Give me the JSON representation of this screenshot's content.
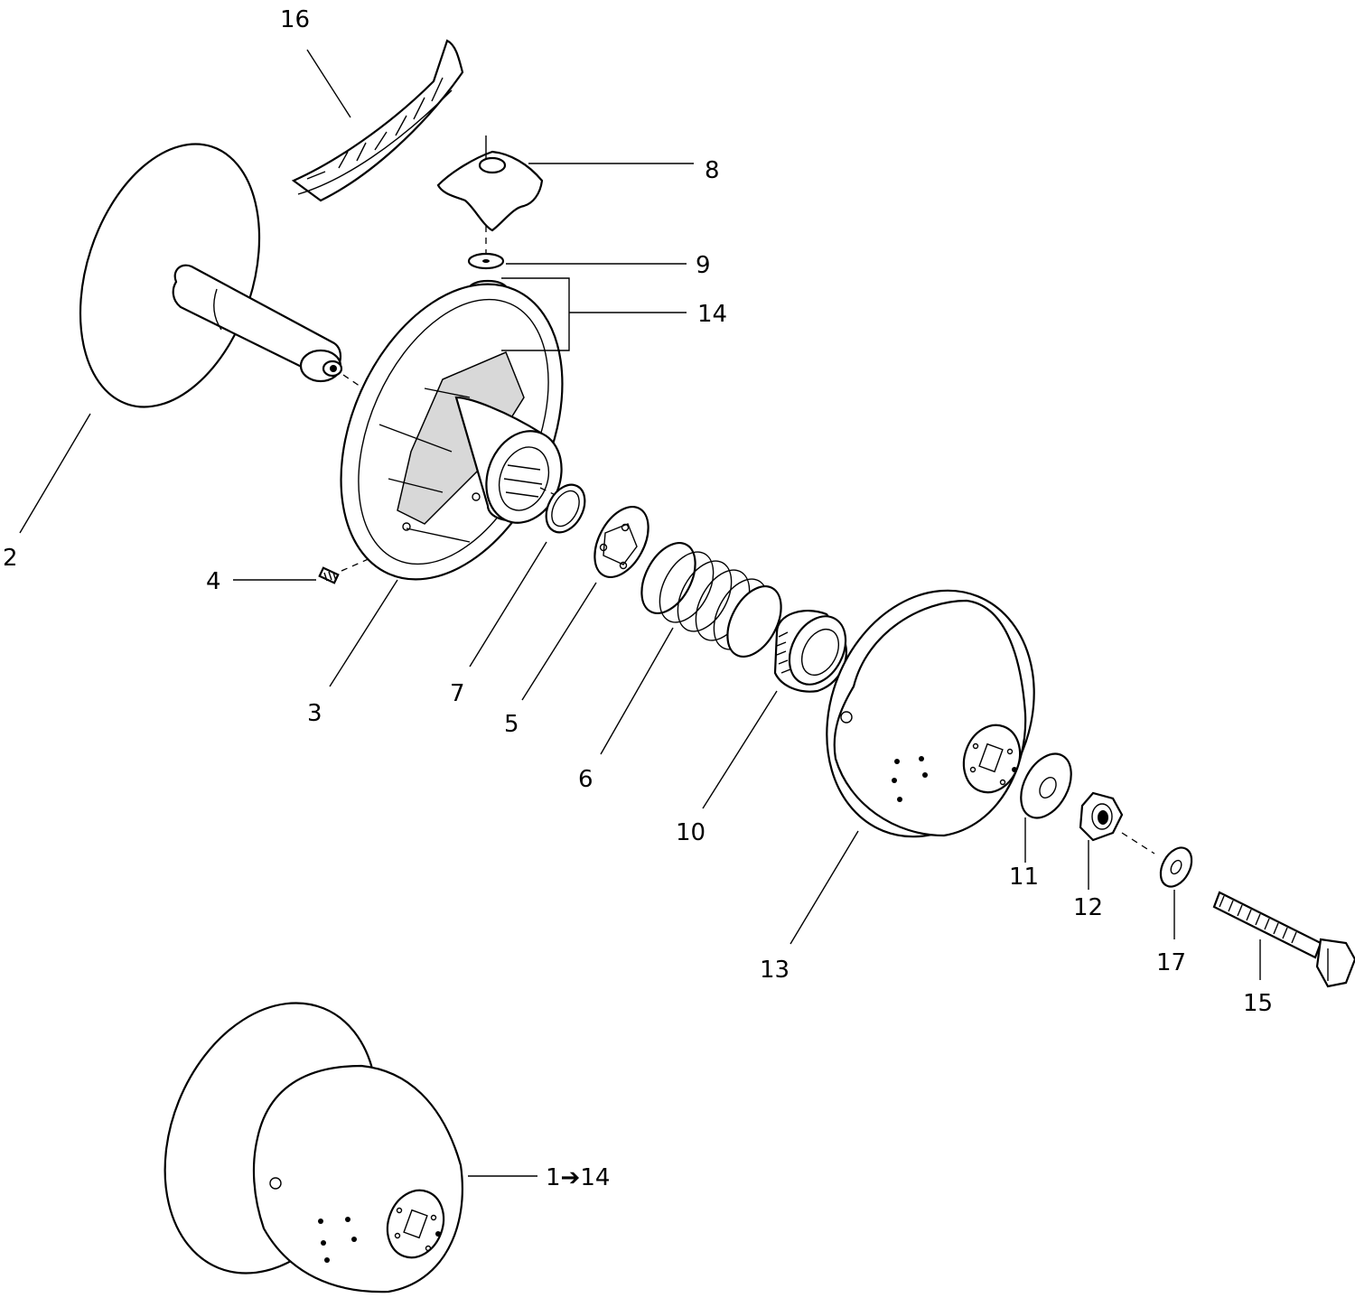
{
  "callouts": [
    {
      "id": "16",
      "text": "16"
    },
    {
      "id": "8",
      "text": "8"
    },
    {
      "id": "9",
      "text": "9"
    },
    {
      "id": "14",
      "text": "14"
    },
    {
      "id": "2",
      "text": "2"
    },
    {
      "id": "4",
      "text": "4"
    },
    {
      "id": "3",
      "text": "3"
    },
    {
      "id": "7",
      "text": "7"
    },
    {
      "id": "5",
      "text": "5"
    },
    {
      "id": "6",
      "text": "6"
    },
    {
      "id": "10",
      "text": "10"
    },
    {
      "id": "13",
      "text": "13"
    },
    {
      "id": "11",
      "text": "11"
    },
    {
      "id": "12",
      "text": "12"
    },
    {
      "id": "17",
      "text": "17"
    },
    {
      "id": "15",
      "text": "15"
    },
    {
      "id": "assembly",
      "text": "1➔14"
    }
  ]
}
